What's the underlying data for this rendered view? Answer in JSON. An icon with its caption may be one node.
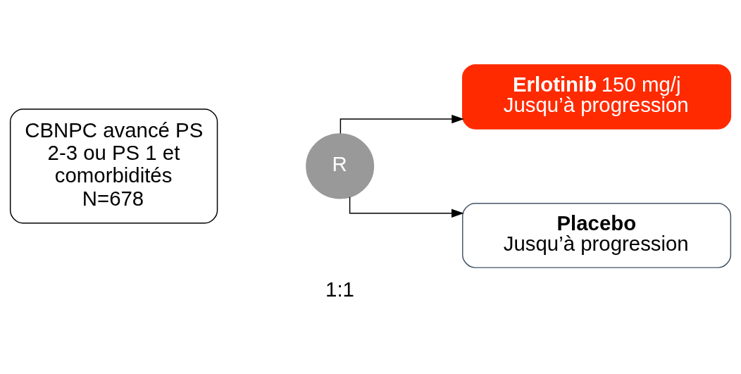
{
  "diagram": {
    "nodes": [
      {
        "text": [
          "CBNPC avancé PS 2-3 ou PS 1 et comorbidités N=678"
        ]
      },
      {
        "text": [
          "R"
        ],
        "beside": [
          "1:1"
        ]
      },
      {
        "text": [
          "**Erlotinib** 150 mg/j",
          "Jusqu’à progression"
        ]
      },
      {
        "text": [
          "Placebo",
          "Jusqu’à progression"
        ]
      }
    ],
    "edges": [
      {
        "from": 1,
        "to": 2,
        "arrow": "to"
      },
      {
        "from": 1,
        "to": 3,
        "arrow": "to"
      }
    ]
  }
}
